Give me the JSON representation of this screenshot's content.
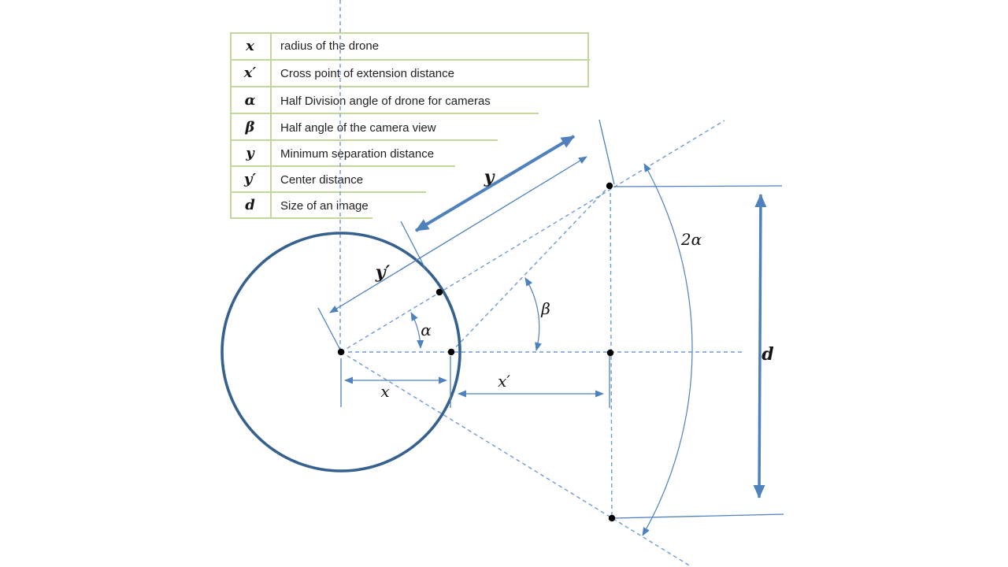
{
  "legend_table": {
    "rows": [
      {
        "symbol": "x",
        "desc": "radius of the drone"
      },
      {
        "symbol": "x′",
        "desc": "Cross point of extension distance"
      },
      {
        "symbol": "α",
        "desc": "Half Division angle of drone for cameras"
      },
      {
        "symbol": "β",
        "desc": "Half angle of the camera view"
      },
      {
        "symbol": "y",
        "desc": "Minimum separation distance"
      },
      {
        "symbol": "y′",
        "desc": "Center distance"
      },
      {
        "symbol": "d",
        "desc": "Size of an image"
      }
    ]
  },
  "diagram": {
    "labels": {
      "x": "x",
      "x_prime": "x′",
      "y": "y",
      "y_prime": "y′",
      "alpha": "α",
      "beta": "β",
      "two_alpha": "2α",
      "d": "d"
    },
    "colors": {
      "line_blue": "#4f81bd",
      "dash_blue": "#6f9bd1",
      "circle_blue": "#36618f",
      "table_border_green": "#c3d69b",
      "dot_black": "#000000"
    }
  }
}
